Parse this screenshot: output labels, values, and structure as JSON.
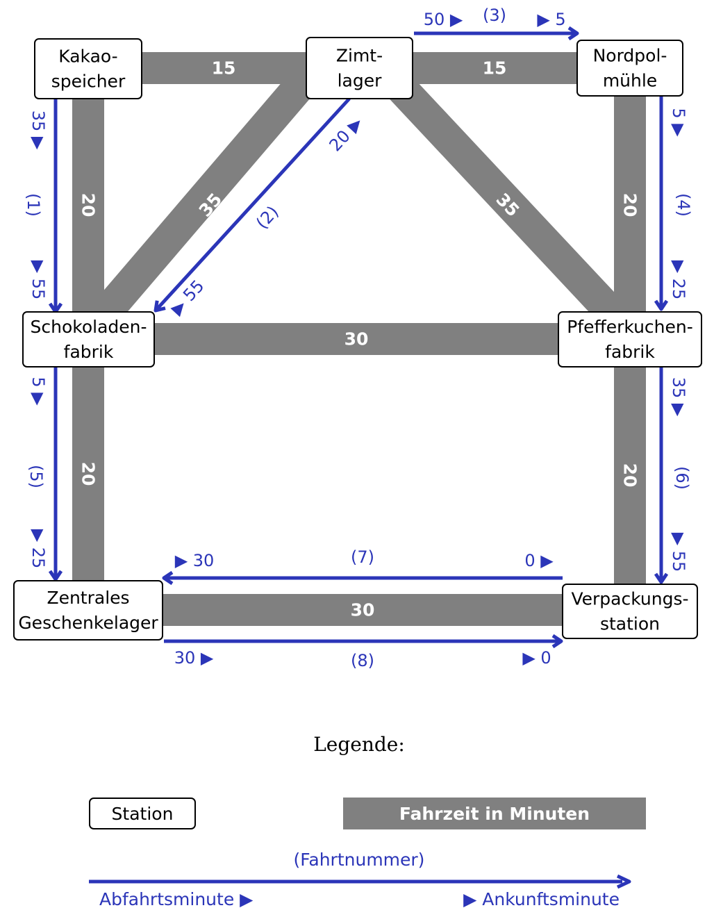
{
  "colors": {
    "track": "#808080",
    "trip": "#2b35b8",
    "station_border": "#000000",
    "station_fill": "#ffffff",
    "track_label": "#ffffff"
  },
  "stations": [
    {
      "id": "kakao",
      "lines": [
        "Kakao-",
        "speicher"
      ]
    },
    {
      "id": "zimt",
      "lines": [
        "Zimt-",
        "lager"
      ]
    },
    {
      "id": "nordpol",
      "lines": [
        "Nordpol-",
        "mühle"
      ]
    },
    {
      "id": "schoko",
      "lines": [
        "Schokoladen-",
        "fabrik"
      ]
    },
    {
      "id": "pfeffer",
      "lines": [
        "Pfefferkuchen-",
        "fabrik"
      ]
    },
    {
      "id": "zentral",
      "lines": [
        "Zentrales",
        "Geschenkelager"
      ]
    },
    {
      "id": "verpack",
      "lines": [
        "Verpackungs-",
        "station"
      ]
    }
  ],
  "tracks": [
    {
      "from": "kakao",
      "to": "zimt",
      "minutes": "15"
    },
    {
      "from": "zimt",
      "to": "nordpol",
      "minutes": "15"
    },
    {
      "from": "kakao",
      "to": "schoko",
      "minutes": "20"
    },
    {
      "from": "zimt",
      "to": "schoko",
      "minutes": "35"
    },
    {
      "from": "zimt",
      "to": "pfeffer",
      "minutes": "35"
    },
    {
      "from": "nordpol",
      "to": "pfeffer",
      "minutes": "20"
    },
    {
      "from": "schoko",
      "to": "pfeffer",
      "minutes": "30"
    },
    {
      "from": "schoko",
      "to": "zentral",
      "minutes": "20"
    },
    {
      "from": "pfeffer",
      "to": "verpack",
      "minutes": "20"
    },
    {
      "from": "zentral",
      "to": "verpack",
      "minutes": "30"
    }
  ],
  "trips": [
    {
      "number": "(1)",
      "from": "kakao",
      "to": "schoko",
      "depart": "35",
      "arrive": "55"
    },
    {
      "number": "(2)",
      "from": "zimt",
      "to": "schoko",
      "depart": "20",
      "arrive": "55"
    },
    {
      "number": "(3)",
      "from": "zimt",
      "to": "nordpol",
      "depart": "50",
      "arrive": "5"
    },
    {
      "number": "(4)",
      "from": "nordpol",
      "to": "pfeffer",
      "depart": "5",
      "arrive": "25"
    },
    {
      "number": "(5)",
      "from": "schoko",
      "to": "zentral",
      "depart": "5",
      "arrive": "25"
    },
    {
      "number": "(6)",
      "from": "pfeffer",
      "to": "verpack",
      "depart": "35",
      "arrive": "55"
    },
    {
      "number": "(7)",
      "from": "verpack",
      "to": "zentral",
      "depart": "0",
      "arrive": "30"
    },
    {
      "number": "(8)",
      "from": "zentral",
      "to": "verpack",
      "depart": "30",
      "arrive": "0"
    }
  ],
  "legend": {
    "title": "Legende:",
    "station": "Station",
    "travel_time": "Fahrzeit in Minuten",
    "trip_number": "(Fahrtnummer)",
    "departure": "Abfahrtsminute",
    "arrival": "Ankunftsminute"
  }
}
